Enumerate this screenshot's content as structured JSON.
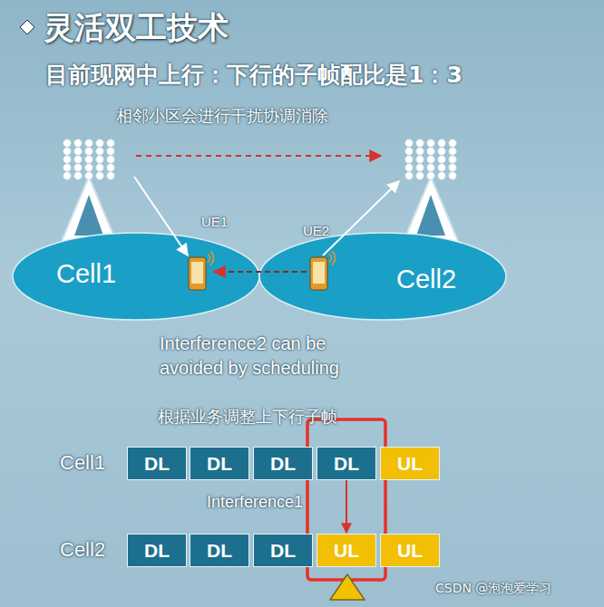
{
  "diagram": {
    "title": "灵活双工技术",
    "nodes": [
      {
        "text": [
          "Cell1"
        ]
      },
      {
        "text": [
          "Cell2"
        ]
      },
      {
        "text": [
          "DL"
        ]
      },
      {
        "text": [
          "DL"
        ]
      },
      {
        "text": [
          "DL"
        ]
      },
      {
        "text": [
          "DL"
        ]
      },
      {
        "text": [
          "UL"
        ]
      },
      {
        "text": [
          "DL"
        ]
      },
      {
        "text": [
          "DL"
        ]
      },
      {
        "text": [
          "DL"
        ]
      },
      {
        "text": [
          "UL"
        ]
      },
      {
        "text": [
          "UL"
        ]
      }
    ],
    "edges": [
      {
        "from": 5,
        "to": 10,
        "arrow": "to"
      }
    ],
    "labels": [
      "目前现网中上行：下行的子帧配比是1：3",
      "相邻小区会进行干扰协调消除",
      "UE1",
      "UE2",
      "Interference2 can be avoided by scheduling",
      "根据业务调整上下行子帧",
      "Cell1",
      "Cell2",
      "Interference1",
      "CSDN @泡泡爱学习"
    ]
  }
}
